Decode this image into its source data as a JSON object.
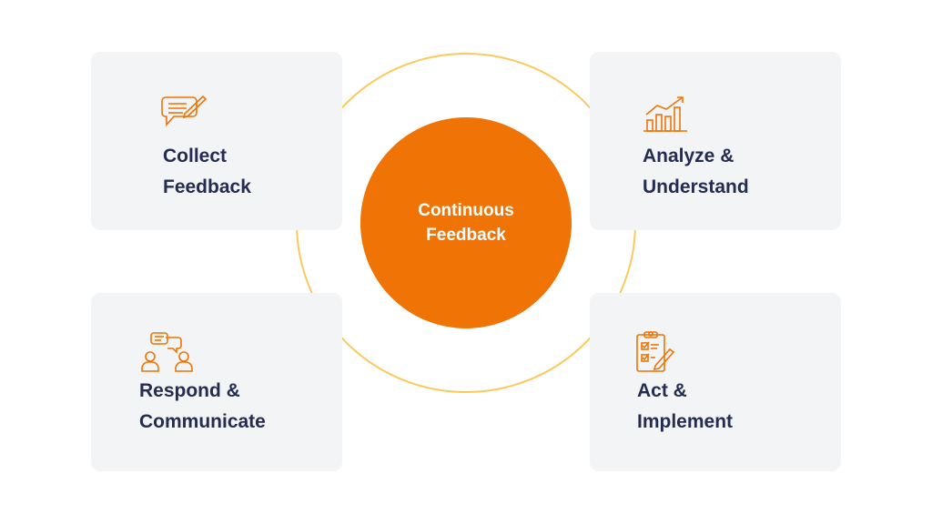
{
  "center": {
    "line1": "Continuous",
    "line2": "Feedback"
  },
  "cards": [
    {
      "line1": "Collect",
      "line2": "Feedback",
      "icon": "chat-pencil-icon"
    },
    {
      "line1": "Analyze &",
      "line2": "Understand",
      "icon": "bar-chart-trend-icon"
    },
    {
      "line1": "Respond &",
      "line2": "Communicate",
      "icon": "people-conversation-icon"
    },
    {
      "line1": "Act &",
      "line2": "Implement",
      "icon": "clipboard-checklist-icon"
    }
  ],
  "colors": {
    "accent": "#F07305",
    "ring": "#FBC95C",
    "card": "#F3F4F6",
    "text": "#232C52"
  }
}
